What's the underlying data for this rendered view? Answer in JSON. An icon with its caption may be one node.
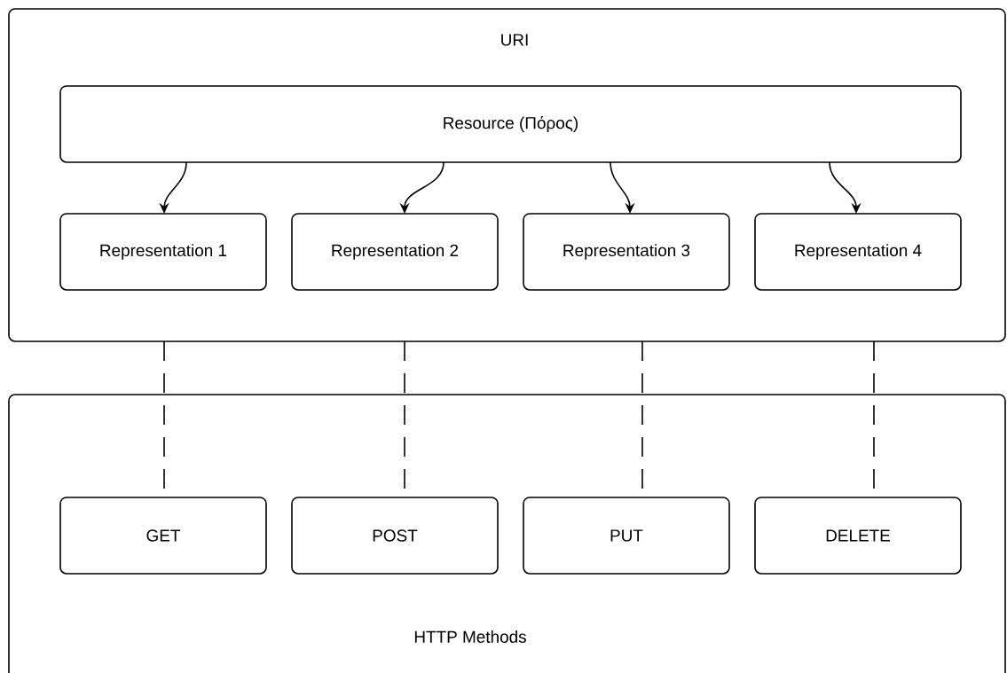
{
  "diagram": {
    "nodes": [
      {
        "text": [
          "URI"
        ]
      },
      {
        "text": [
          "Resource (Πόρος)"
        ],
        "in": 0
      },
      {
        "text": [
          "Representation 1"
        ],
        "in": 0
      },
      {
        "text": [
          "Representation 2"
        ],
        "in": 0
      },
      {
        "text": [
          "Representation 3"
        ],
        "in": 0
      },
      {
        "text": [
          "Representation 4"
        ],
        "in": 0
      },
      {
        "text": [
          "HTTP Methods"
        ]
      },
      {
        "text": [
          "GET"
        ],
        "in": 6
      },
      {
        "text": [
          "POST"
        ],
        "in": 6
      },
      {
        "text": [
          "PUT"
        ],
        "in": 6
      },
      {
        "text": [
          "DELETE"
        ],
        "in": 6
      }
    ],
    "edges": [
      {
        "from": 1,
        "to": 2,
        "arrow": "to"
      },
      {
        "from": 1,
        "to": 3,
        "arrow": "to"
      },
      {
        "from": 1,
        "to": 4,
        "arrow": "to"
      },
      {
        "from": 1,
        "to": 5,
        "arrow": "to"
      },
      {
        "from": 0,
        "to": 7,
        "arrow": "none",
        "style": "dashed"
      },
      {
        "from": 0,
        "to": 8,
        "arrow": "none",
        "style": "dashed"
      },
      {
        "from": 0,
        "to": 9,
        "arrow": "none",
        "style": "dashed"
      },
      {
        "from": 0,
        "to": 10,
        "arrow": "none",
        "style": "dashed"
      }
    ]
  }
}
